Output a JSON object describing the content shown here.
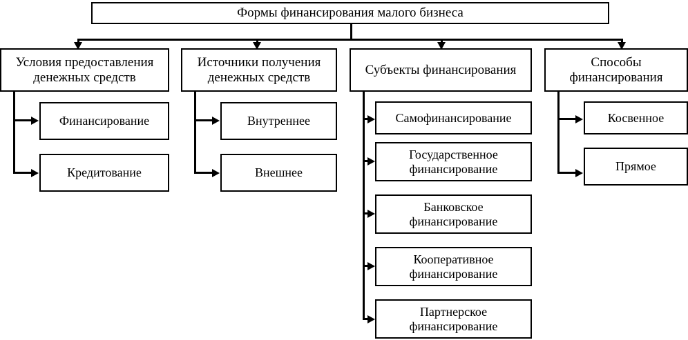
{
  "diagram": {
    "title_box": {
      "label": "Формы финансирования малого бизнеса"
    },
    "branches": [
      {
        "id": "branch-conditions",
        "label": "Условия предоставления денежных средств",
        "children": [
          {
            "label": "Финансирование"
          },
          {
            "label": "Кредитование"
          }
        ]
      },
      {
        "id": "branch-sources",
        "label": "Источники получения денежных средств",
        "children": [
          {
            "label": "Внутреннее"
          },
          {
            "label": "Внешнее"
          }
        ]
      },
      {
        "id": "branch-subjects",
        "label": "Субъекты финансирования",
        "children": [
          {
            "label": "Самофинансирование"
          },
          {
            "label": "Государственное финансирование"
          },
          {
            "label": "Банковское финансирование"
          },
          {
            "label": "Кооперативное финансирование"
          },
          {
            "label": "Партнерское финансирование"
          }
        ]
      },
      {
        "id": "branch-methods",
        "label": "Способы финансирования",
        "children": [
          {
            "label": "Косвенное"
          },
          {
            "label": "Прямое"
          }
        ]
      }
    ],
    "colors": {
      "stroke": "#000000",
      "fill": "#ffffff",
      "text": "#000000"
    }
  }
}
